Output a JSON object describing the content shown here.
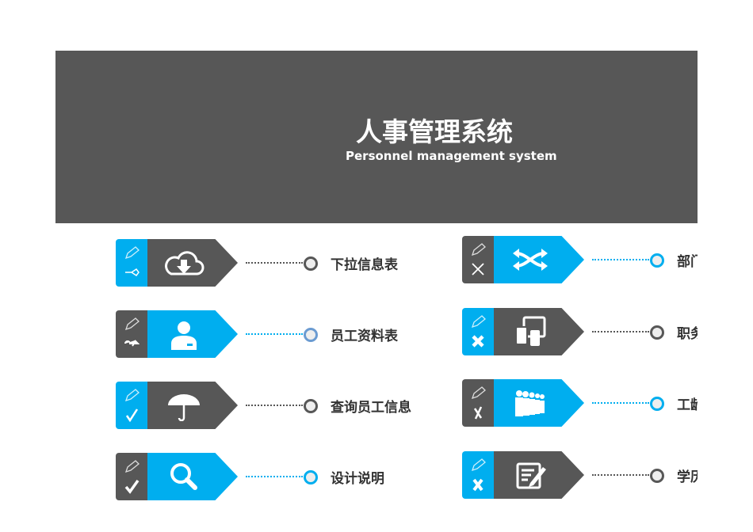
{
  "header": {
    "title": "人事管理系统",
    "subtitle": "Personnel management system"
  },
  "colors": {
    "blue": "#00aeef",
    "dark": "#575757"
  },
  "left_items": [
    {
      "label": "下拉信息表",
      "icon": "cloud-download-icon",
      "accent": "dark"
    },
    {
      "label": "员工资料表",
      "icon": "user-icon",
      "accent": "blue"
    },
    {
      "label": "查询员工信息",
      "icon": "umbrella-icon",
      "accent": "dark"
    },
    {
      "label": "设计说明",
      "icon": "search-icon",
      "accent": "blue"
    }
  ],
  "right_items": [
    {
      "label": "部门",
      "icon": "shuffle-icon",
      "accent": "blue"
    },
    {
      "label": "职务",
      "icon": "devices-icon",
      "accent": "dark"
    },
    {
      "label": "工龄",
      "icon": "people-icon",
      "accent": "blue"
    },
    {
      "label": "学历",
      "icon": "edit-document-icon",
      "accent": "dark"
    }
  ]
}
